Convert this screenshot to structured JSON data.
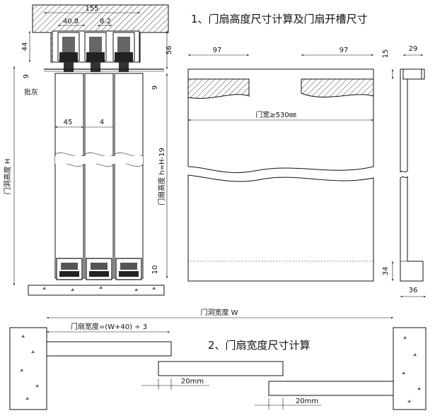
{
  "headings": {
    "height_calc": "1、门扇高度尺寸计算及门扇开槽尺寸",
    "width_calc": "2、门扇宽度尺寸计算"
  },
  "labels": {
    "opening_height": "门洞高度 H",
    "door_height": "门扇高度 h=H-19",
    "putty": "批灰",
    "door_width_min": "门宽≥530㎜",
    "opening_width": "门洞宽度 W",
    "door_width_formula": "门扇宽度=(W+40) ÷ 3"
  },
  "dimensions": {
    "track_width": "155",
    "d40_8": "40.8",
    "d8_2": "8.2",
    "d44": "44",
    "d56": "56",
    "d9_left": "9",
    "d9_right": "9",
    "d45": "45",
    "d4": "4",
    "d10": "10",
    "d97_left": "97",
    "d97_right": "97",
    "d15": "15",
    "d29": "29",
    "d34": "34",
    "d36": "36",
    "overlap_a": "20mm",
    "overlap_b": "20mm"
  },
  "colors": {
    "line": "#111111",
    "hatch": "#444444",
    "profile": "#555555"
  }
}
